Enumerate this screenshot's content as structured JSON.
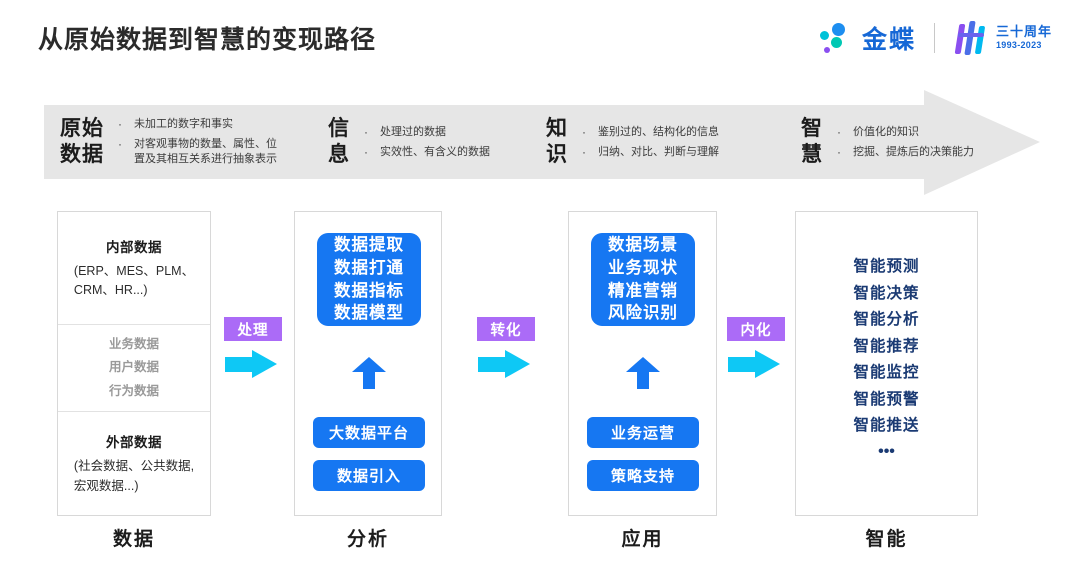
{
  "header": {
    "title": "从原始数据到智慧的变现路径",
    "brand_name": "金蝶",
    "anniversary_cn": "三十周年",
    "anniversary_years": "1993-2023",
    "accent_blue": "#1677f2",
    "accent_purple": "#ab6bf7",
    "accent_cyan": "#0ec8f5",
    "navy": "#1a3a73"
  },
  "banner": {
    "segments": [
      {
        "title": "原始\n数据",
        "bullets": [
          "未加工的数字和事实",
          "对客观事物的数量、属性、位\n置及其相互关系进行抽象表示"
        ]
      },
      {
        "title": "信\n息",
        "bullets": [
          "处理过的数据",
          "实效性、有含义的数据"
        ]
      },
      {
        "title": "知\n识",
        "bullets": [
          "鉴别过的、结构化的信息",
          "归纳、对比、判断与理解"
        ]
      },
      {
        "title": "智\n慧",
        "bullets": [
          "价值化的知识",
          "挖掘、提炼后的决策能力"
        ]
      }
    ],
    "bullet_marker": "·"
  },
  "columns": [
    {
      "label": "数据",
      "card1": {
        "internal_head": "内部数据",
        "internal_sub": "(ERP、MES、PLM、\nCRM、HR...)",
        "middle_items": [
          "业务数据",
          "用户数据",
          "行为数据"
        ],
        "external_head": "外部数据",
        "external_sub": "(社会数据、公共数据,\n宏观数据...)"
      }
    },
    {
      "label": "分析",
      "box_lines": [
        "数据提取",
        "数据打通",
        "数据指标",
        "数据模型"
      ],
      "pills": [
        "大数据平台",
        "数据引入"
      ]
    },
    {
      "label": "应用",
      "box_lines": [
        "数据场景",
        "业务现状",
        "精准营销",
        "风险识别"
      ],
      "pills": [
        "业务运营",
        "策略支持"
      ]
    },
    {
      "label": "智能",
      "smart_items": [
        "智能预测",
        "智能决策",
        "智能分析",
        "智能推荐",
        "智能监控",
        "智能预警",
        "智能推送"
      ],
      "ellipsis": "•••"
    }
  ],
  "connectors": [
    {
      "label": "处理"
    },
    {
      "label": "转化"
    },
    {
      "label": "内化"
    }
  ]
}
